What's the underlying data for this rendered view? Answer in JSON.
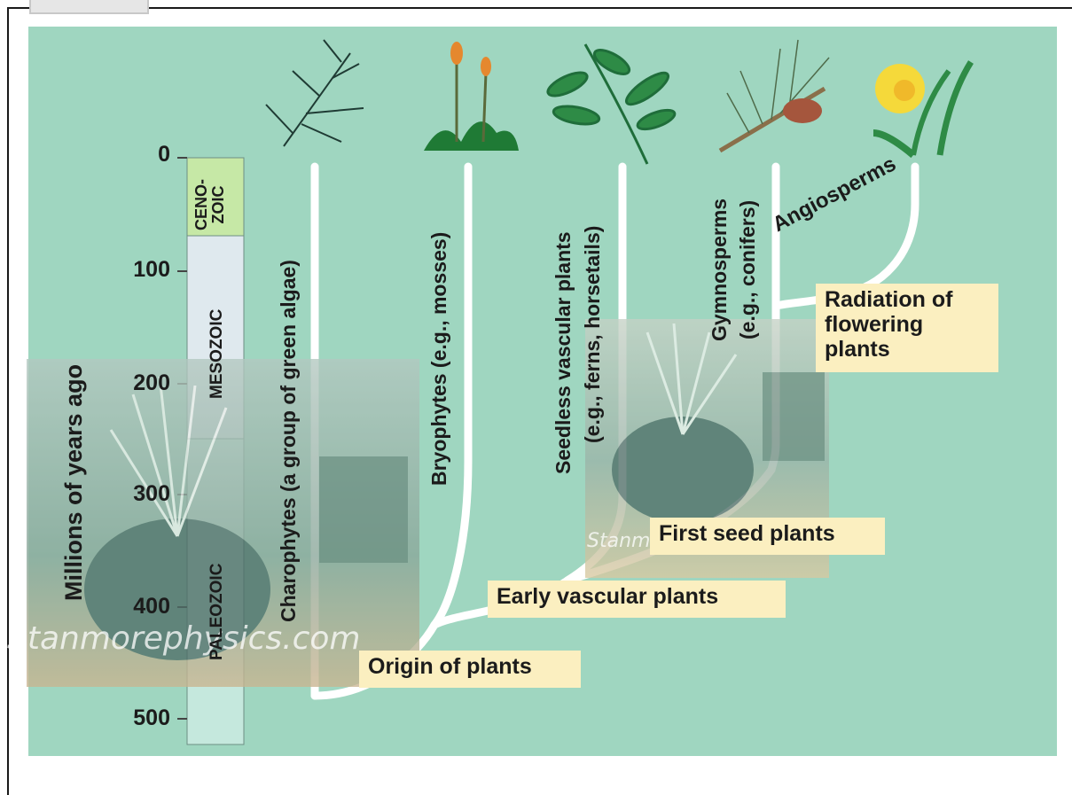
{
  "axis": {
    "title": "Millions of years ago",
    "ticks": [
      "0",
      "100",
      "200",
      "300",
      "400",
      "500"
    ]
  },
  "eras": [
    {
      "label": "CENO-\nZOIC",
      "color": "#c6e8a6"
    },
    {
      "label": "MESOZOIC",
      "color": "#dfe9ee"
    },
    {
      "label": "PALEOZOIC",
      "color": "#c5e8dd"
    }
  ],
  "lineages": [
    {
      "label": "Charophytes (a group of green algae)",
      "plant_icon": "green-algae-icon"
    },
    {
      "label": "Bryophytes (e.g., mosses)",
      "plant_icon": "moss-icon"
    },
    {
      "label_line1": "Seedless vascular plants",
      "label_line2": "(e.g., ferns, horsetails)",
      "plant_icon": "fern-icon"
    },
    {
      "label_line1": "Gymnosperms",
      "label_line2": "(e.g., conifers)",
      "plant_icon": "conifer-icon"
    },
    {
      "label": "Angiosperms",
      "plant_icon": "daffodil-icon"
    }
  ],
  "events": {
    "origin": "Origin of plants",
    "early_vascular": "Early vascular plants",
    "first_seed": "First seed plants",
    "radiation_line1": "Radiation of",
    "radiation_line2": "flowering",
    "radiation_line3": "plants"
  },
  "watermarks": [
    "Stanmorephysics.com",
    "Stanmorephysics.com"
  ],
  "colors": {
    "background": "#9fd6c0",
    "branch": "#ffffff",
    "callout": "#fbefc0"
  }
}
